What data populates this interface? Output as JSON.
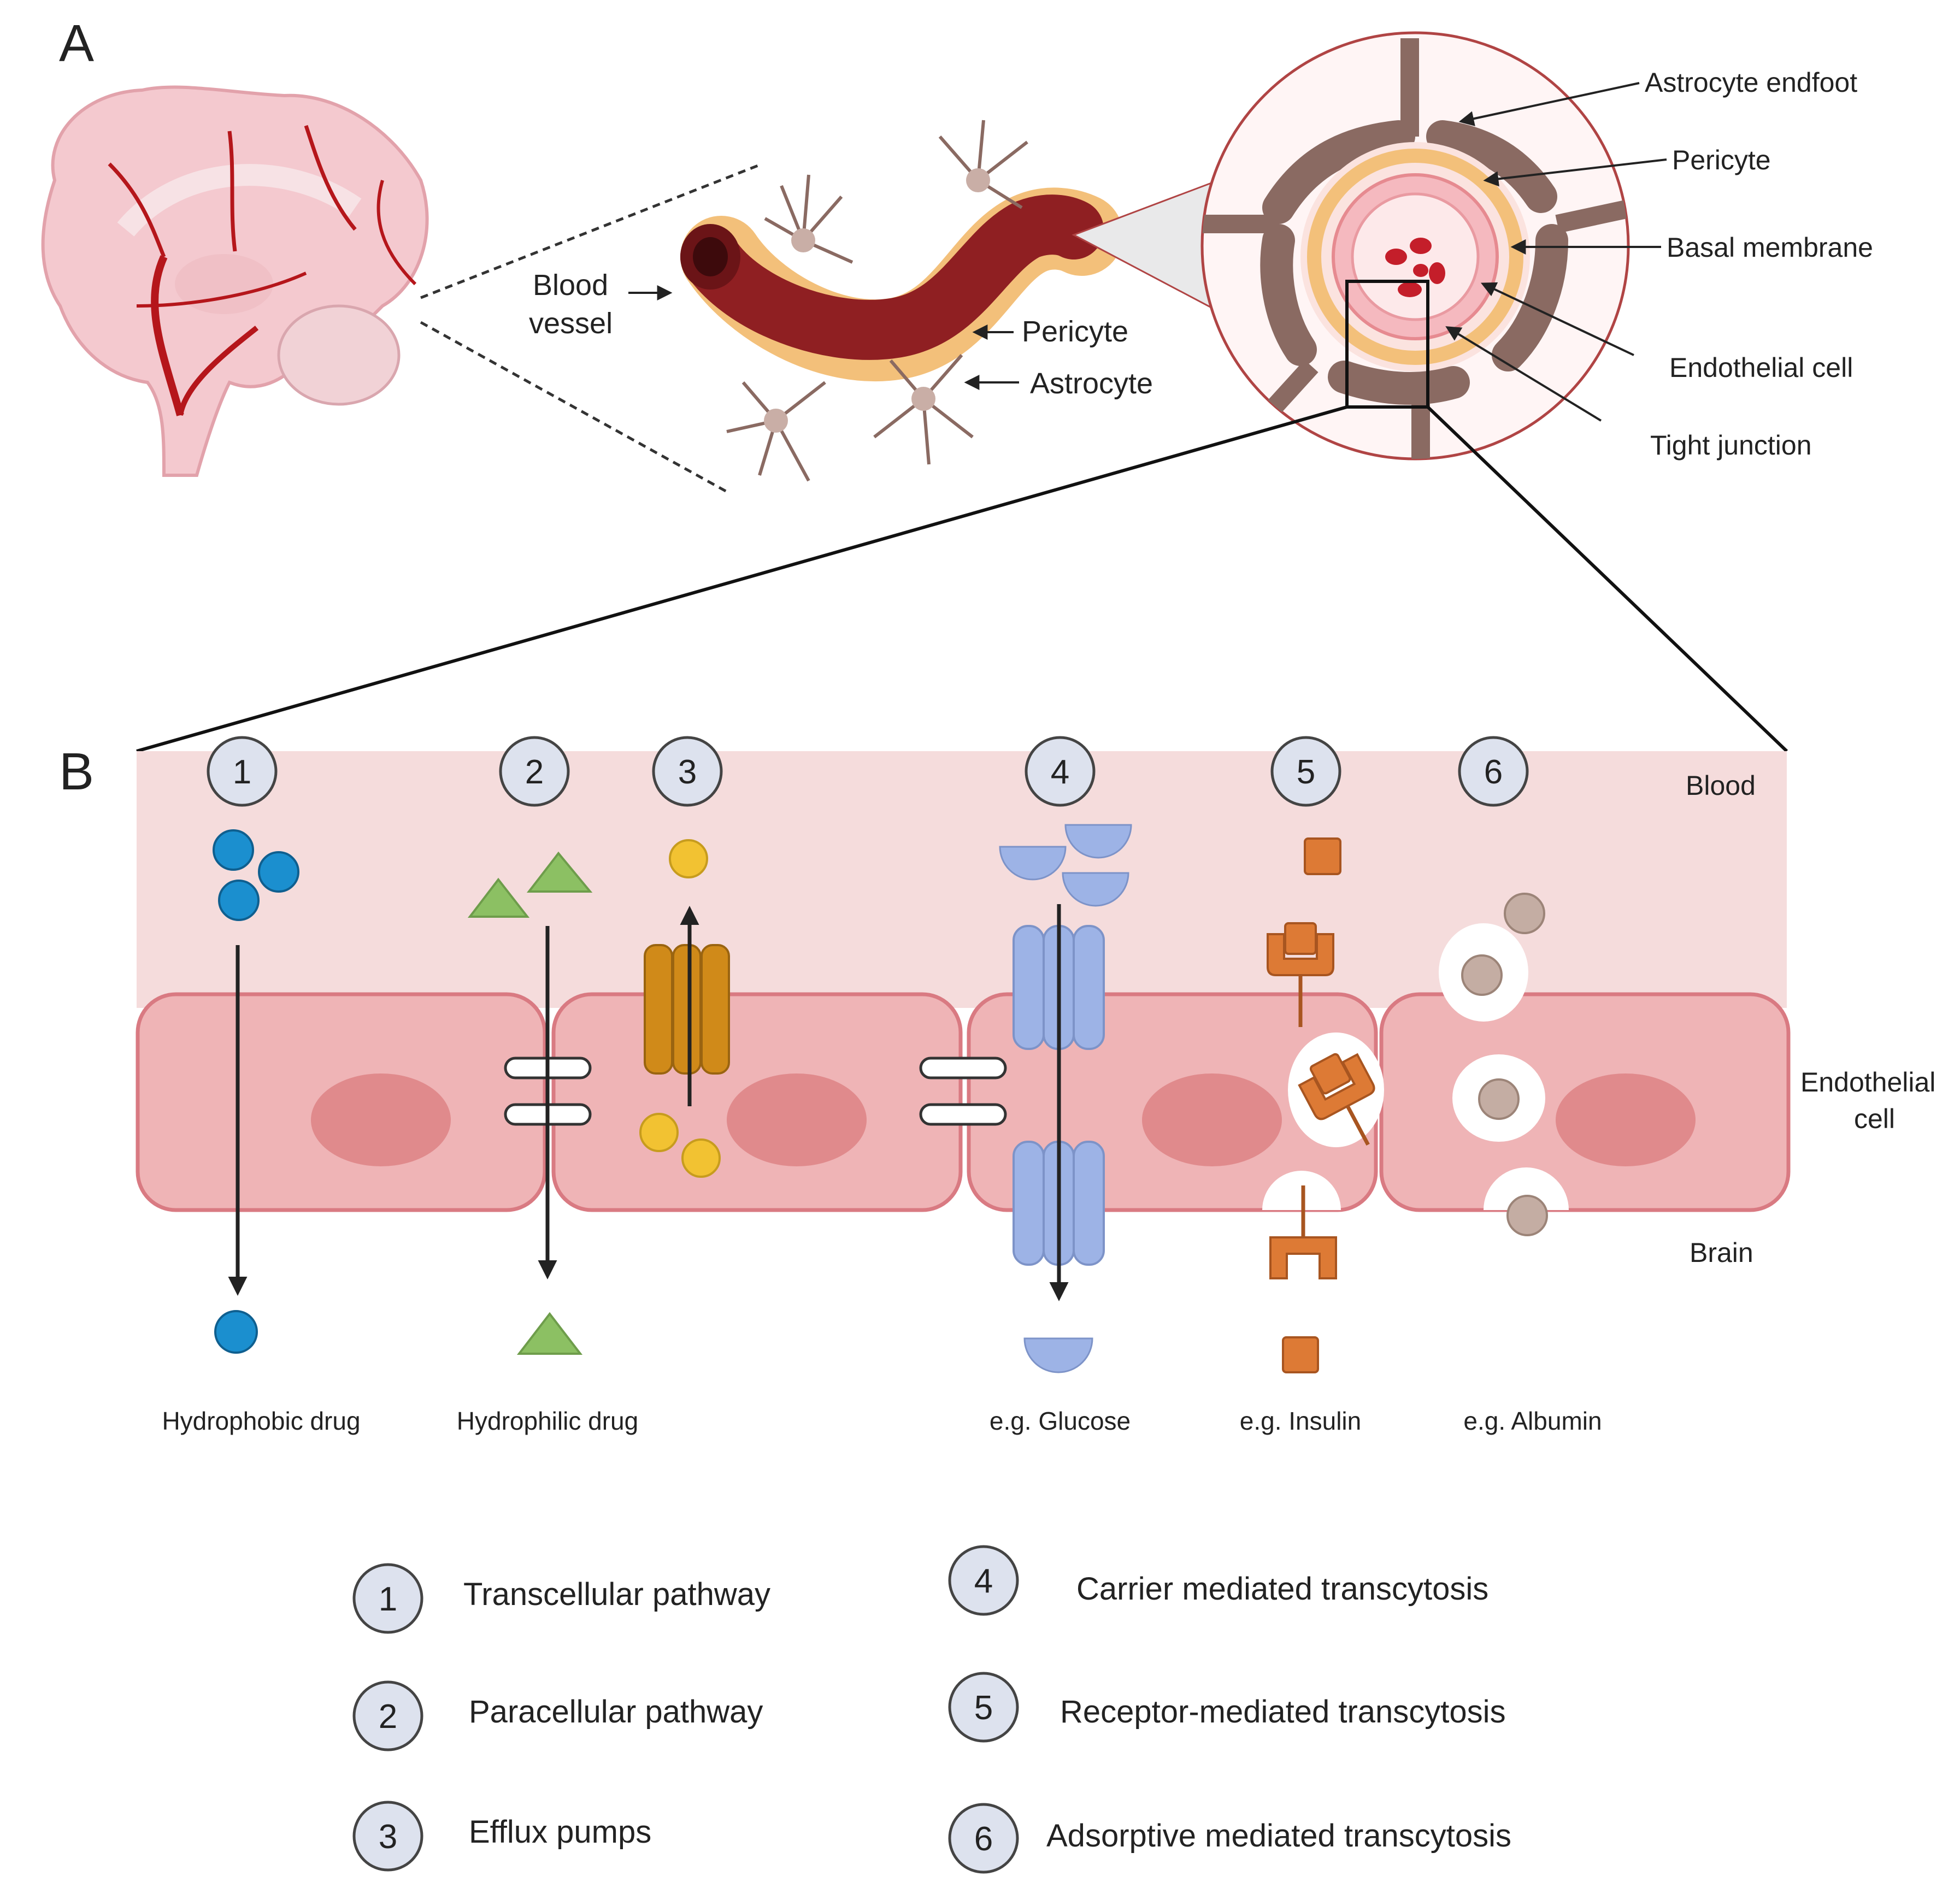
{
  "panel_a": {
    "letter": "A",
    "blood_vessel_label_line1": "Blood",
    "blood_vessel_label_line2": "vessel",
    "pericyte_label": "Pericyte",
    "astrocyte_label": "Astrocyte",
    "zoom_labels": {
      "astrocyte_endfoot": "Astrocyte endfoot",
      "pericyte": "Pericyte",
      "basal_membrane": "Basal membrane",
      "endothelial_cell": "Endothelial cell",
      "tight_junction": "Tight junction"
    }
  },
  "panel_b": {
    "letter": "B",
    "side_labels": {
      "blood": "Blood",
      "endothelial_line1": "Endothelial",
      "endothelial_line2": "cell",
      "brain": "Brain"
    },
    "pathway_numbers": [
      "1",
      "2",
      "3",
      "4",
      "5",
      "6"
    ],
    "examples": {
      "hydrophobic": "Hydrophobic drug",
      "hydrophilic": "Hydrophilic drug",
      "glucose": "e.g. Glucose",
      "insulin": "e.g. Insulin",
      "albumin": "e.g. Albumin"
    }
  },
  "legend": [
    {
      "number": "1",
      "label": "Transcellular pathway"
    },
    {
      "number": "2",
      "label": "Paracellular pathway"
    },
    {
      "number": "3",
      "label": "Efflux pumps"
    },
    {
      "number": "4",
      "label": "Carrier mediated transcytosis"
    },
    {
      "number": "5",
      "label": "Receptor-mediated transcytosis"
    },
    {
      "number": "6",
      "label": "Adsorptive mediated transcytosis"
    }
  ],
  "colors": {
    "blood_band": "#f5dcdc",
    "cell_fill": "#efb4b6",
    "cell_stroke": "#d97a82",
    "nucleus": "#e08a8c",
    "circle_fill": "#dde2ee",
    "hydrophobic": "#1b8fcf",
    "hydrophilic": "#8cc063",
    "efflux": "#d08a19",
    "efflux_substrate": "#f2c232",
    "glucose": "#9db3e6",
    "insulin": "#dd7a35",
    "albumin": "#c4ada3",
    "vessel": "#8f1f22",
    "astrocyte": "#8a6a62"
  }
}
